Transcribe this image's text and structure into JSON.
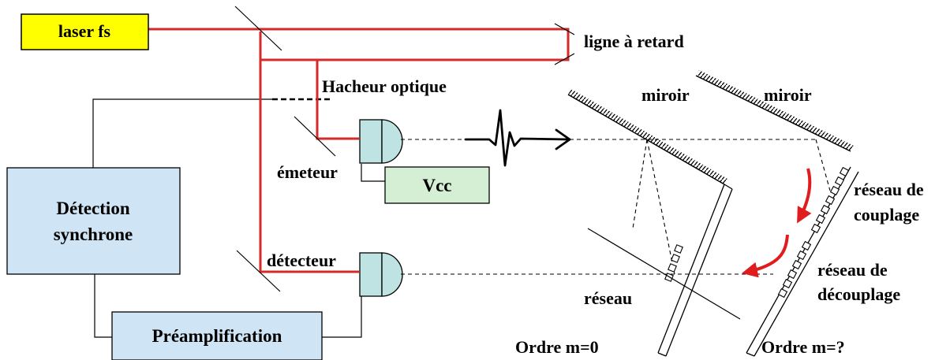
{
  "colors": {
    "beam": "#d42a2a",
    "laser_box": "#ffff00",
    "blue_box": "#cfe5f5",
    "green_box": "#d5efd5",
    "antenna": "#bfe3e3",
    "arrow_red": "#e01c1c"
  },
  "labels": {
    "laser": "laser fs",
    "delay_line": "ligne à retard",
    "chopper": "Hacheur optique",
    "emitter": "émeteur",
    "vcc": "Vcc",
    "detector": "détecteur",
    "sync_line1": "Détection",
    "sync_line2": "synchrone",
    "preamp": "Préamplification",
    "mirror_left": "miroir",
    "mirror_right": "miroir",
    "coupling_line1": "réseau de",
    "coupling_line2": "couplage",
    "decoupling_line1": "réseau de",
    "decoupling_line2": "découplage",
    "grating": "réseau",
    "order0": "Ordre m=0",
    "order_unknown": "Ordre m=?"
  }
}
